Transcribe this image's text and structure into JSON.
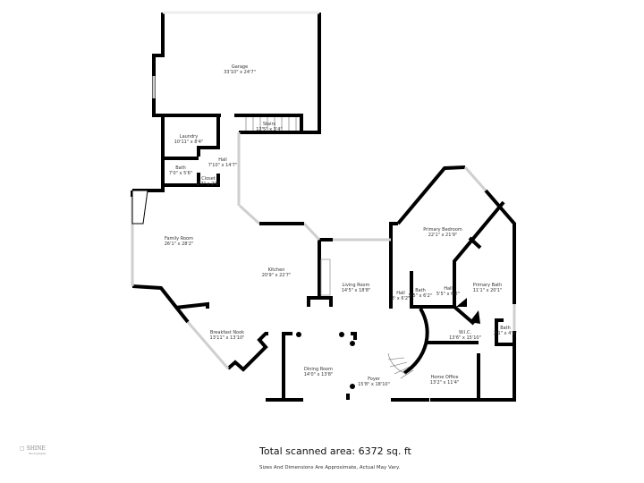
{
  "rooms": [
    {
      "name": "Garage",
      "dims": "33'10\" x 24'7\""
    },
    {
      "name": "Stairs",
      "dims": "12'5\" x 3'4\""
    },
    {
      "name": "Laundry",
      "dims": "10'11\" x 8'4\""
    },
    {
      "name": "Hall",
      "dims": "7'10\" x 14'7\""
    },
    {
      "name": "Bath",
      "dims": "7'0\" x 5'6\""
    },
    {
      "name": "Closet",
      "dims": "2'7\" x 2'5\""
    },
    {
      "name": "Family Room",
      "dims": "26'1\" x 28'2\""
    },
    {
      "name": "Kitchen",
      "dims": "20'9\" x 22'7\""
    },
    {
      "name": "Living Room",
      "dims": "14'5\" x 18'8\""
    },
    {
      "name": "Primary Bedroom",
      "dims": "22'1\" x 21'9\""
    },
    {
      "name": "Primary Bath",
      "dims": "11'1\" x 20'1\""
    },
    {
      "name": "Hall",
      "dims": "3' x 6'2\""
    },
    {
      "name": "Bath",
      "dims": "5'5\" x 6'2\""
    },
    {
      "name": "Hall",
      "dims": "5'5\" x 6'2\""
    },
    {
      "name": "W.I.C.",
      "dims": "13'6\" x 15'10\""
    },
    {
      "name": "Bath",
      "dims": "2'1\" x 4'3\""
    },
    {
      "name": "Breakfast Nook",
      "dims": "13'11\" x 13'10\""
    },
    {
      "name": "Dining Room",
      "dims": "14'0\" x 13'8\""
    },
    {
      "name": "Foyer",
      "dims": "15'8\" x 18'10\""
    },
    {
      "name": "Home Office",
      "dims": "13'2\" x 11'4\""
    }
  ],
  "footer": {
    "total": "Total scanned area: 6372 sq. ft",
    "disclaimer": "Sizes And Dimensions Are Approximate, Actual May Vary.",
    "logo": "SHINE",
    "logo_sub": "Photography"
  },
  "colors": {
    "wall": "#000000",
    "window": "#d8d8d8"
  }
}
